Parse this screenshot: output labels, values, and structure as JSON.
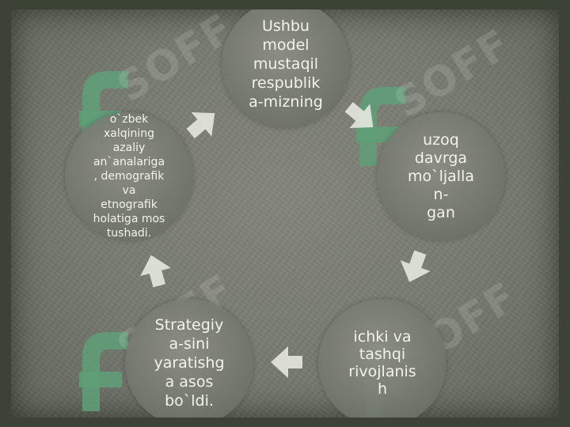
{
  "cycle": {
    "nodes": [
      {
        "id": "top",
        "text": "Ushbu\nmodel\nmustaqil\nrespublik\na-mizning"
      },
      {
        "id": "right",
        "text": "uzoq\ndavrga\nmo`ljalla\nn-\ngan"
      },
      {
        "id": "bottom-right",
        "text": "ichki va\ntashqi\nrivojlanis\nh"
      },
      {
        "id": "bottom-left",
        "text": "Strategiy\na-sini\nyaratishg\na asos\nbo`ldi."
      },
      {
        "id": "left",
        "text": "o`zbek\nxalqining\nazaliy\nan`analariga\n, demografik\nva\netnografik\nholatiga mos\ntushadi."
      }
    ]
  },
  "watermark": {
    "text": "SOFF"
  },
  "colors": {
    "background": "#3d4236",
    "slide": "#7a7d73",
    "circle": "#76796f",
    "arrow": "#e6e8e0",
    "logo": "#5f9f78"
  }
}
